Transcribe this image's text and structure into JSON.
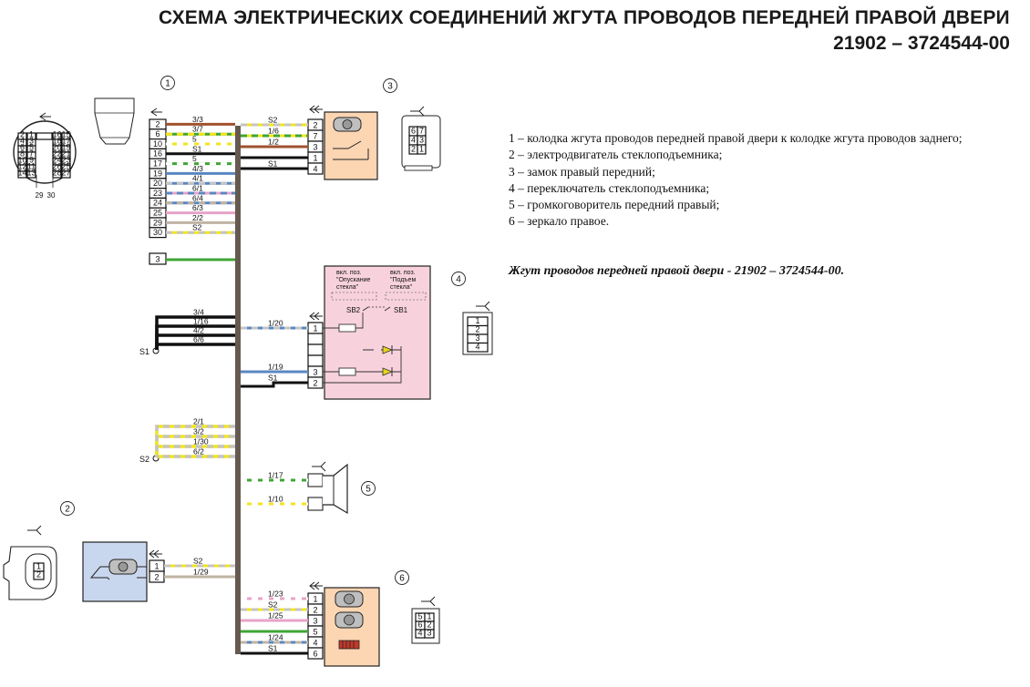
{
  "title": {
    "line1": "СХЕМА ЭЛЕКТРИЧЕСКИХ СОЕДИНЕНИЙ ЖГУТА ПРОВОДОВ ПЕРЕДНЕЙ ПРАВОЙ ДВЕРИ",
    "line2": "21902 – 3724544-00"
  },
  "legend": [
    "1 – колодка жгута проводов передней правой двери к колодке жгута проводов заднего;",
    "2 – электродвигатель стеклоподъемника;",
    "3 – замок правый передний;",
    "4 – переключатель стеклоподъемника;",
    "5 – громкоговоритель передний правый;",
    "6 – зеркало правое."
  ],
  "harness_caption": "Жгут проводов передней правой двери - 21902 – 3724544-00.",
  "colors": {
    "trunk": "#66594f",
    "brown": "#a0522d",
    "green": "#3fa535",
    "yellow": "#f2e41e",
    "grey": "#c4c4c4",
    "blue": "#5a87c2",
    "pink": "#e8a3c8",
    "beige": "#bfb3a3",
    "black": "#111111",
    "white": "#ffffff",
    "lock_fill": "#fcd5b3",
    "switch_fill": "#f7d2dc",
    "motor_fill": "#c9d7ee"
  },
  "components": {
    "c1": {
      "label": "1",
      "pins": [
        "2",
        "6",
        "10",
        "16",
        "17",
        "19",
        "20",
        "23",
        "24",
        "25",
        "29",
        "30"
      ],
      "extra_pin": "3",
      "face_pins_left": [
        "1",
        "3",
        "5",
        "7",
        "9",
        "11",
        "13",
        "15",
        "17",
        "19",
        "21",
        "23",
        "25",
        "27",
        "29"
      ],
      "face_pins_right": [
        "2",
        "4",
        "6",
        "8",
        "10",
        "12",
        "14",
        "16",
        "18",
        "20",
        "22",
        "24",
        "26",
        "28",
        "30"
      ],
      "face_bottom": [
        "29",
        "30"
      ]
    },
    "c2": {
      "label": "2",
      "pins": [
        "1",
        "2"
      ]
    },
    "c3": {
      "label": "3",
      "pins": [
        "2",
        "7",
        "3",
        "1",
        "4"
      ],
      "face_pins": [
        "6",
        "7",
        "4",
        "3",
        "2",
        "1"
      ]
    },
    "c4": {
      "label": "4",
      "pins": [
        "1",
        "",
        "",
        "3",
        "2"
      ],
      "face_pins": [
        "1",
        "2",
        "3",
        "4"
      ],
      "pos_down_1": "вкл. поз.",
      "pos_down_2": "\"Опускание",
      "pos_down_3": "стекла\"",
      "pos_up_1": "вкл. поз.",
      "pos_up_2": "\"Подъем",
      "pos_up_3": "стекла\"",
      "sb2": "SB2",
      "sb1": "SB1"
    },
    "c5": {
      "label": "5"
    },
    "c6": {
      "label": "6",
      "pins": [
        "1",
        "2",
        "3",
        "5",
        "4",
        "6"
      ],
      "face_pins": [
        "5",
        "1",
        "6",
        "2",
        "4",
        "3"
      ]
    }
  },
  "splices": {
    "s1": "S1",
    "s2": "S2"
  },
  "wires": {
    "c1": [
      {
        "label": "3/3",
        "color": "brown",
        "stripe": "brown"
      },
      {
        "label": "3/7",
        "color": "green",
        "stripe": "yellow"
      },
      {
        "label": "5",
        "color": "yellow",
        "stripe": "white"
      },
      {
        "label": "S1",
        "color": "black",
        "stripe": "black"
      },
      {
        "label": "5",
        "color": "green",
        "stripe": "white"
      },
      {
        "label": "4/3",
        "color": "blue",
        "stripe": "blue"
      },
      {
        "label": "4/1",
        "color": "blue",
        "stripe": "grey"
      },
      {
        "label": "6/1",
        "color": "pink",
        "stripe": "blue"
      },
      {
        "label": "6/4",
        "color": "blue",
        "stripe": "beige"
      },
      {
        "label": "6/3",
        "color": "pink",
        "stripe": "pink"
      },
      {
        "label": "2/2",
        "color": "beige",
        "stripe": "beige"
      },
      {
        "label": "S2",
        "color": "yellow",
        "stripe": "grey"
      }
    ],
    "c3": [
      {
        "label": "S2",
        "color": "yellow",
        "stripe": "grey"
      },
      {
        "label": "1/6",
        "color": "yellow",
        "stripe": "green"
      },
      {
        "label": "1/2",
        "color": "brown",
        "stripe": "brown"
      },
      {
        "label": "",
        "color": "black",
        "stripe": "black"
      },
      {
        "label": "S1",
        "color": "black",
        "stripe": "black"
      }
    ],
    "s1": [
      {
        "label": "3/4"
      },
      {
        "label": "1/16"
      },
      {
        "label": "4/2"
      },
      {
        "label": "6/6"
      }
    ],
    "s2": [
      {
        "label": "2/1"
      },
      {
        "label": "3/2"
      },
      {
        "label": "1/30"
      },
      {
        "label": "6/2"
      }
    ],
    "c4": [
      {
        "label": "1/20",
        "color": "blue",
        "stripe": "grey"
      },
      {
        "label": "1/19",
        "color": "blue",
        "stripe": "blue"
      },
      {
        "label": "S1",
        "color": "black",
        "stripe": "black"
      }
    ],
    "c5": [
      {
        "label": "1/17",
        "color": "green",
        "stripe": "white"
      },
      {
        "label": "1/10",
        "color": "yellow",
        "stripe": "white"
      }
    ],
    "c2": [
      {
        "label": "S2",
        "color": "yellow",
        "stripe": "grey"
      },
      {
        "label": "1/29",
        "color": "beige",
        "stripe": "beige"
      }
    ],
    "c6": [
      {
        "label": "1/23",
        "color": "pink",
        "stripe": "white"
      },
      {
        "label": "S2",
        "color": "yellow",
        "stripe": "grey"
      },
      {
        "label": "1/25",
        "color": "pink",
        "stripe": "pink"
      },
      {
        "label": "",
        "color": "green",
        "stripe": "green"
      },
      {
        "label": "1/24",
        "color": "blue",
        "stripe": "beige"
      },
      {
        "label": "S1",
        "color": "black",
        "stripe": "black"
      }
    ]
  }
}
